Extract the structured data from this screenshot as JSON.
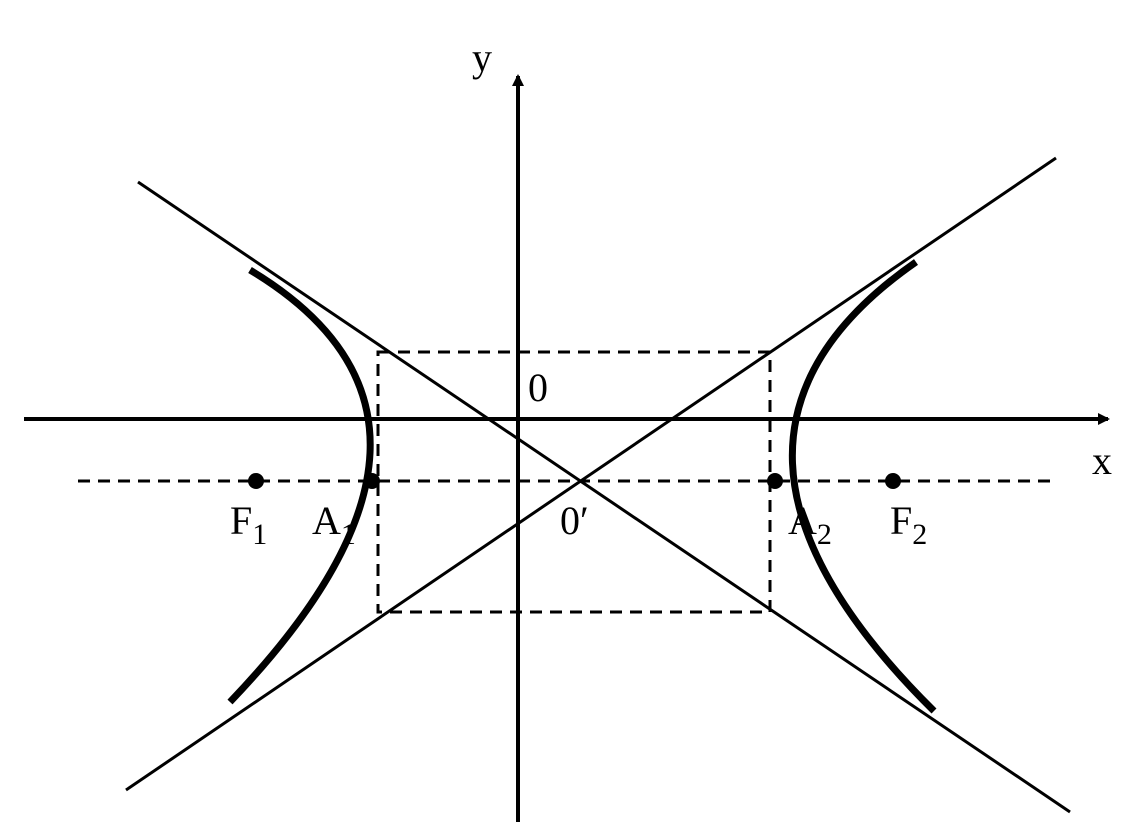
{
  "labels": {
    "y_axis": "y",
    "x_axis": "x",
    "origin": "0",
    "center": "0′",
    "focus_left": {
      "base": "F",
      "sub": "1"
    },
    "vertex_left": {
      "base": "A",
      "sub": "1"
    },
    "vertex_right": {
      "base": "A",
      "sub": "2"
    },
    "focus_right": {
      "base": "F",
      "sub": "2"
    }
  },
  "colors": {
    "ink": "#000000",
    "background": "#ffffff"
  }
}
